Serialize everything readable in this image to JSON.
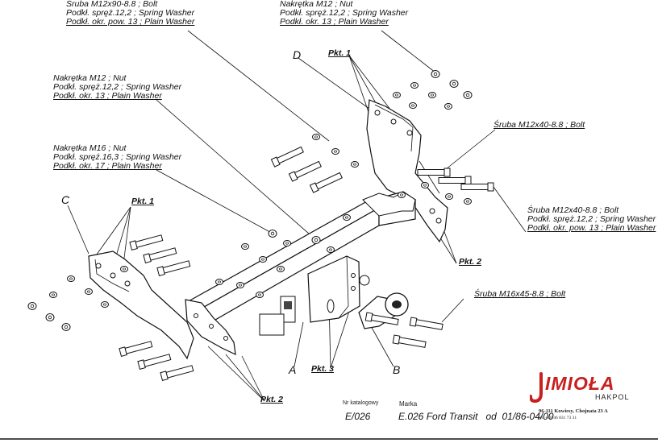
{
  "callouts": {
    "top_left": [
      "Śruba M12x90-8.8 ; Bolt",
      "Podkł. spręż.12,2 ; Spring Washer",
      "Podkł. okr. pow. 13 ; Plain Washer"
    ],
    "top_right": [
      "Nakrętka  M12 ; Nut",
      "Podkł. spręż.12,2 ; Spring Washer",
      "Podkł. okr. 13 ; Plain Washer"
    ],
    "mid_left": [
      "Nakrętka  M12 ; Nut",
      "Podkł. spręż.12,2 ; Spring Washer",
      "Podkł. okr. 13 ; Plain Washer"
    ],
    "left": [
      "Nakrętka  M16 ; Nut",
      "Podkł. spręż.16,3 ; Spring Washer",
      "Podkł. okr. 17 ; Plain Washer"
    ],
    "right_bolt_1": [
      "Śruba M12x40-8.8 ;  Bolt"
    ],
    "right_bolt_2": [
      "Śruba M12x40-8.8 ;  Bolt",
      "Podkł. spręż.12,2 ; Spring Washer",
      "Podkł. okr. pow. 13 ; Plain Washer"
    ],
    "right_bolt_3": [
      "Śruba M16x45-8.8 ;  Bolt"
    ]
  },
  "points": {
    "pkt1_top": "Pkt. 1",
    "pkt1_left": "Pkt. 1",
    "pkt2_right": "Pkt. 2",
    "pkt2_bottom": "Pkt. 2",
    "pkt3": "Pkt. 3"
  },
  "letters": {
    "a": "A",
    "b": "B",
    "c": "C",
    "d": "D"
  },
  "title_block": {
    "catalog_caption": "Nr katalogowy",
    "catalog_number": "E/026",
    "brand_caption": "Marka",
    "brand_value": "E.026 Ford Transit   od  01/86-04/00"
  },
  "logo": {
    "name": "IMIOŁA",
    "sub": "HAKPOL",
    "address": "96-111 Kowiesy, Chojnata 23 A",
    "phone": "tel. +48 46 831 73 31",
    "accent": "#c8201e"
  }
}
